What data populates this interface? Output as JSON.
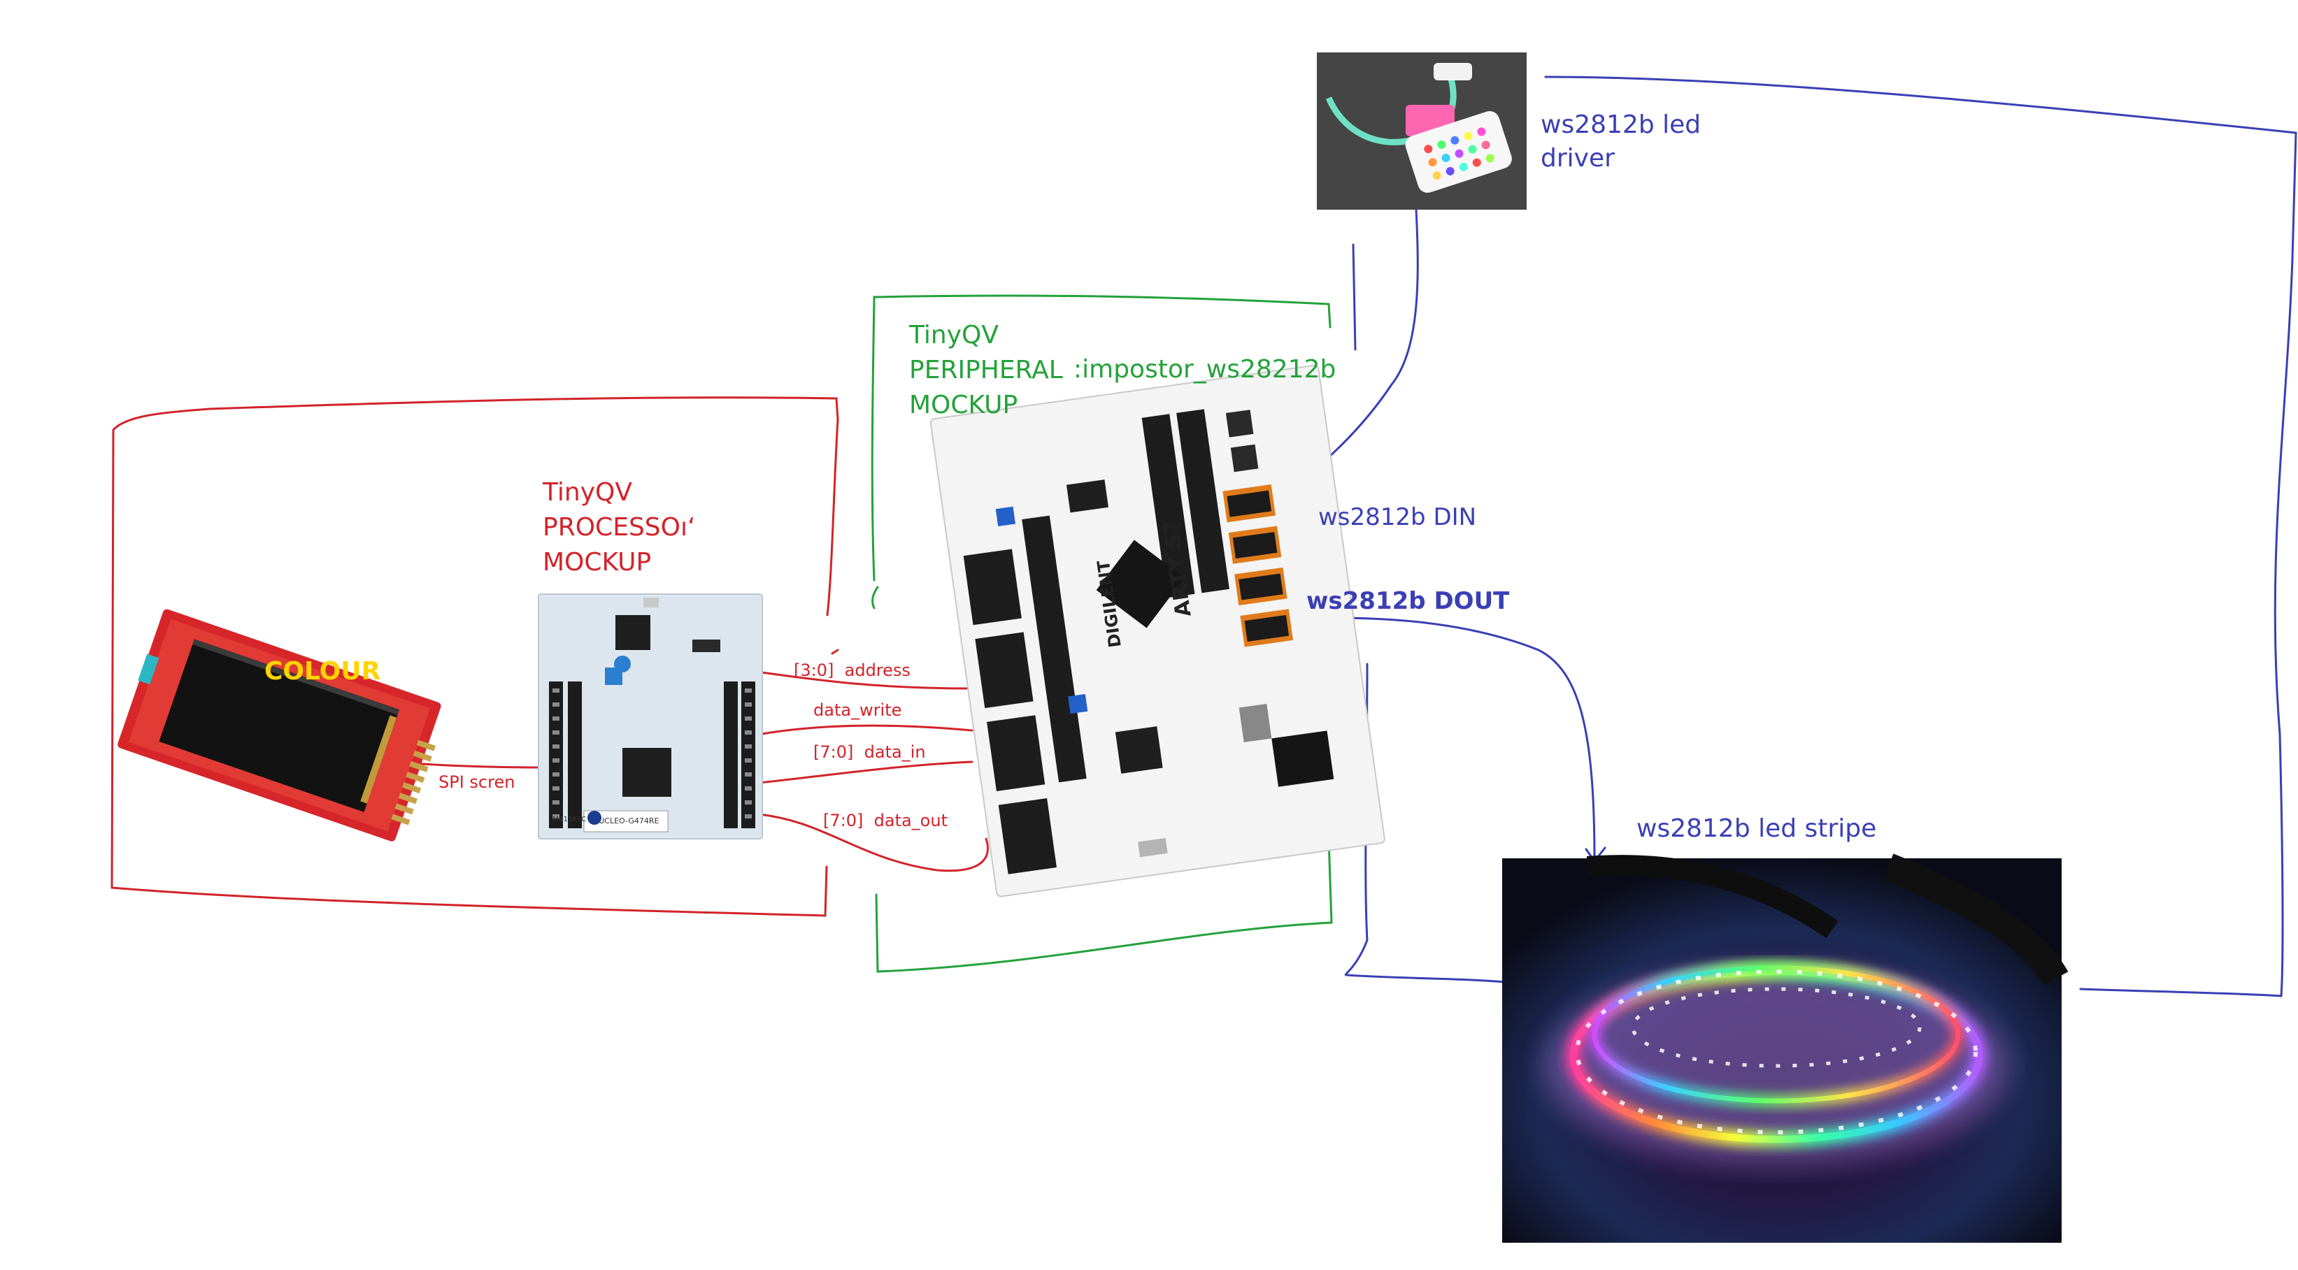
{
  "processor": {
    "title_lines": [
      "TinyQV",
      "PROCESSOıʻ",
      "MOCKUP"
    ],
    "board_silk": "NUCLEO-G474RE",
    "board_id": "MB1367C"
  },
  "peripheral": {
    "title_lines": [
      "TinyQV",
      "PERIPHERAL",
      "MOCKUP"
    ],
    "instance": ":impostor_ws28212b",
    "board_brand": "DIGILENT",
    "board_name": "ARTY S7"
  },
  "screen": {
    "display_text": "COLOUR",
    "link_label": "SPI scren"
  },
  "bus_signals": [
    {
      "width": "[3:0]",
      "name": "address"
    },
    {
      "width": "",
      "name": "data_write"
    },
    {
      "width": "[7:0]",
      "name": "data_in"
    },
    {
      "width": "[7:0]",
      "name": "data_out"
    }
  ],
  "ws2812b": {
    "driver_lines": [
      "ws2812b led",
      "driver"
    ],
    "din_label": "ws2812b DIN",
    "dout_label": "ws2812b DOUT",
    "stripe_label": "ws2812b led stripe"
  },
  "colors": {
    "red": "#d2232a",
    "green": "#23a23a",
    "blue": "#3a3fb5"
  }
}
